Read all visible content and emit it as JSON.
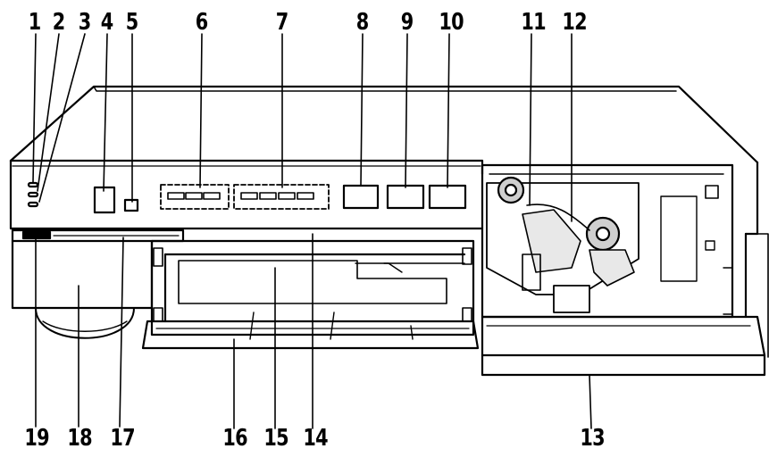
{
  "diagram": {
    "callouts_top": [
      "1",
      "2",
      "3",
      "4",
      "5",
      "6",
      "7",
      "8",
      "9",
      "10",
      "11",
      "12"
    ],
    "callouts_bottom": [
      "19",
      "18",
      "17",
      "16",
      "15",
      "14",
      "13"
    ]
  },
  "colors": {
    "line": "#000000",
    "background": "#ffffff",
    "shade": "#cfcfcf"
  }
}
